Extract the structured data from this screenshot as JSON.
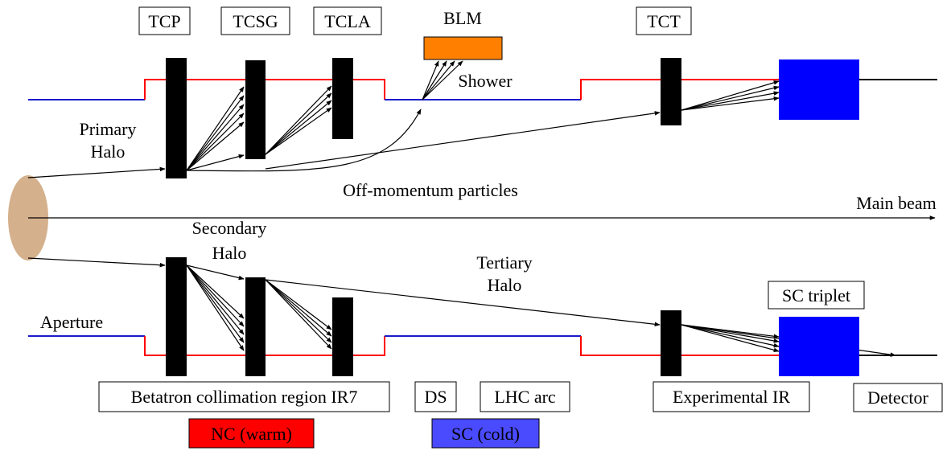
{
  "collimators": {
    "tcp": "TCP",
    "tcsg": "TCSG",
    "tcla": "TCLA",
    "tct": "TCT"
  },
  "blm": {
    "label": "BLM",
    "color": "#ff8000"
  },
  "annotations": {
    "shower": "Shower",
    "primary_halo_1": "Primary",
    "primary_halo_2": "Halo",
    "off_momentum": "Off-momentum particles",
    "main_beam": "Main beam",
    "secondary_halo_1": "Secondary",
    "secondary_halo_2": "Halo",
    "tertiary_halo_1": "Tertiary",
    "tertiary_halo_2": "Halo",
    "aperture": "Aperture",
    "sc_triplet": "SC triplet"
  },
  "regions": {
    "betatron": "Betatron collimation region IR7",
    "ds": "DS",
    "lhc_arc": "LHC arc",
    "experimental_ir": "Experimental IR",
    "detector": "Detector"
  },
  "legend": {
    "nc": {
      "label": "NC (warm)",
      "color": "#ff0000"
    },
    "sc": {
      "label": "SC (cold)",
      "color": "#4a4aff"
    }
  },
  "colors": {
    "warm_aperture": "#ff0000",
    "cold_aperture": "#1a1acc",
    "collimator": "#000000",
    "triplet_magnet": "#0000ff",
    "beam_source": "#d4b08c"
  }
}
